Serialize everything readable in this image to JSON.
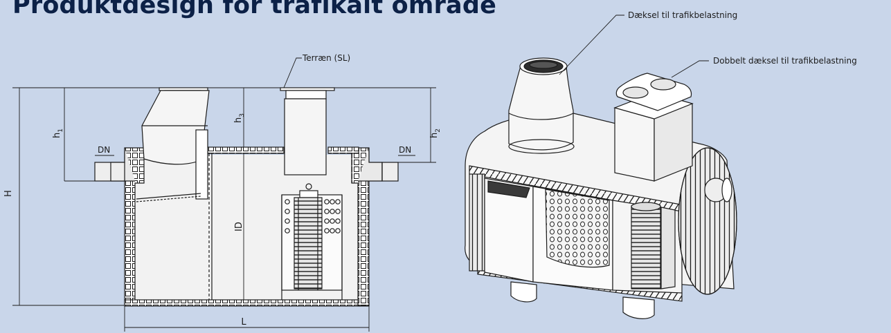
{
  "title": "Produktdesign for trafikalt område",
  "colors": {
    "background": "#c9d6ea",
    "title": "#0c2147",
    "line": "#1b1b1b",
    "tank_fill": "#f2f2f2"
  },
  "section": {
    "labels": {
      "terrain": "Terræn (SL)",
      "dn_left": "DN",
      "dn_right": "DN",
      "h1": "h",
      "h1_sub": "1",
      "h2": "h",
      "h2_sub": "2",
      "h3": "h",
      "h3_sub": "3",
      "H": "H",
      "ID": "ID",
      "L": "L"
    }
  },
  "iso": {
    "callout_cover": "Dæksel til trafikbelastning",
    "callout_double_cover": "Dobbelt dæksel til trafikbelastning"
  }
}
